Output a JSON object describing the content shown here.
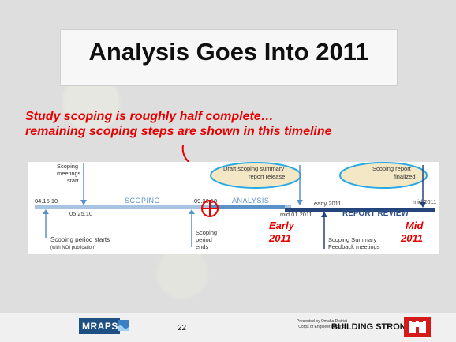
{
  "slide": {
    "title": "Analysis Goes Into 2011",
    "callout_line1": "Study scoping is roughly half complete…",
    "callout_line2": "remaining scoping steps are shown in this timeline"
  },
  "timeline": {
    "scoping_meetings_start": [
      "Scoping",
      "meetings",
      "start"
    ],
    "date_start": "04.15.10",
    "date_meetings": "05.25.10",
    "date_end": "09.20.10",
    "phase_scoping": "SCOPING",
    "phase_analysis": "ANALYSIS",
    "draft_summary": [
      "Draft scoping summary",
      "report release"
    ],
    "date_mid01": "mid 01.2011",
    "date_early": "early 2011",
    "phase_report_review": "REPORT REVIEW",
    "scoping_report": [
      "Scoping report",
      "finalized"
    ],
    "date_mid2011": "mid 2011",
    "period_starts": [
      "Scoping period starts",
      "(with NOI publication)"
    ],
    "period_ends": [
      "Scoping",
      "period",
      "ends"
    ],
    "summary_feedback": [
      "Scoping Summary",
      "Feedback meetings"
    ],
    "early_label": [
      "Early",
      "2011"
    ],
    "mid_label": [
      "Mid",
      "2011"
    ]
  },
  "footer": {
    "logo_text": "MRAPS",
    "page_number": "22",
    "presented_by": [
      "Presented by Omaha District",
      "Corps of Engineers District"
    ],
    "slogan": "BUILDING STRONG®"
  },
  "colors": {
    "accent_red": "#e60000",
    "timeline_blue": "#5b91c6",
    "report_review_blue": "#2c4f86",
    "ellipse_blue": "#27a9e1",
    "usace_red": "#d51a1a"
  }
}
